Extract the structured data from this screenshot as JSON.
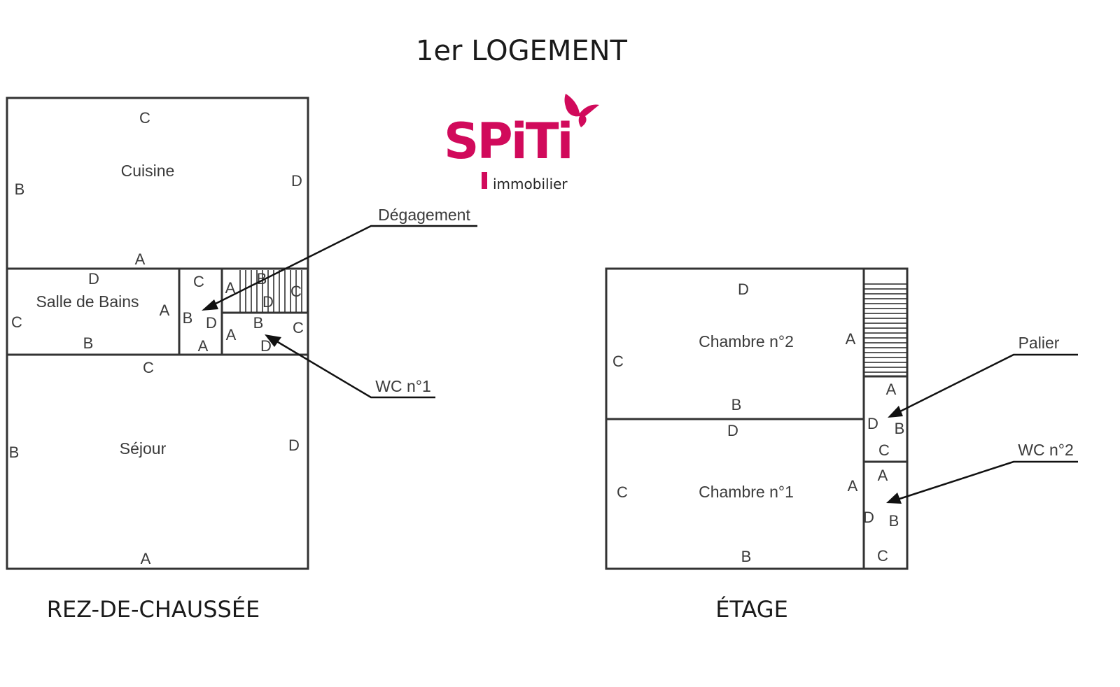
{
  "title": "1er LOGEMENT",
  "logo": {
    "brand": "SPiTi",
    "tagline": "immobilier",
    "color": "#d10a5b"
  },
  "ground_floor": {
    "title": "REZ-DE-CHAUSSÉE",
    "cuisine": {
      "name": "Cuisine",
      "walls": [
        "A",
        "B",
        "C",
        "D"
      ]
    },
    "salle_de_bains": {
      "name": "Salle de Bains",
      "walls": [
        "A",
        "B",
        "C",
        "D"
      ]
    },
    "degagement": {
      "name": "Dégagement",
      "walls": [
        "A",
        "B",
        "C",
        "D"
      ]
    },
    "escalier": {
      "walls": [
        "A",
        "B",
        "C",
        "D"
      ]
    },
    "wc1": {
      "name": "WC n°1",
      "walls": [
        "A",
        "B",
        "C",
        "D"
      ]
    },
    "sejour": {
      "name": "Séjour",
      "walls": [
        "A",
        "B",
        "C",
        "D"
      ]
    }
  },
  "upper_floor": {
    "title": "ÉTAGE",
    "chambre2": {
      "name": "Chambre n°2",
      "walls": [
        "A",
        "B",
        "C",
        "D"
      ]
    },
    "chambre1": {
      "name": "Chambre n°1",
      "walls": [
        "A",
        "B",
        "C",
        "D"
      ]
    },
    "palier": {
      "name": "Palier",
      "walls": [
        "A",
        "B",
        "C",
        "D"
      ]
    },
    "wc2": {
      "name": "WC n°2",
      "walls": [
        "A",
        "B",
        "C",
        "D"
      ]
    }
  }
}
